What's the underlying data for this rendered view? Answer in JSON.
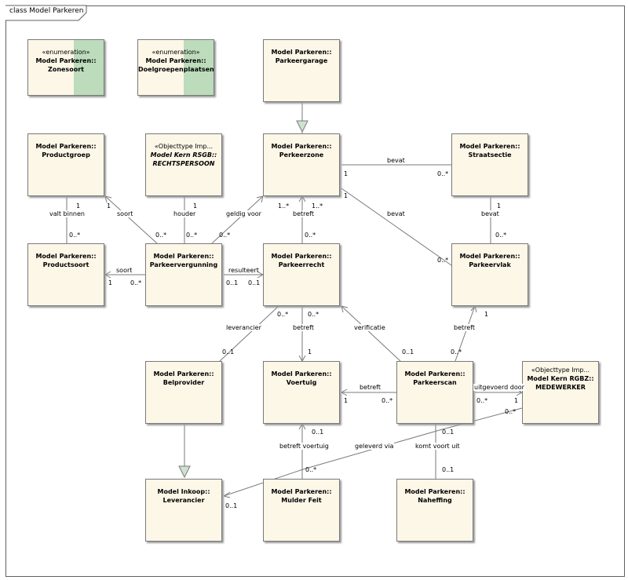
{
  "frame_title": "class Model Parkeren",
  "boxes": {
    "zonesoort": {
      "stereotype": "«enumeration»",
      "title": "Model Parkeren::\nZonesoort"
    },
    "doelgroepenplaatsen": {
      "stereotype": "«enumeration»",
      "title": "Model Parkeren::\nDoelgroepenplaatsen"
    },
    "parkeergarage": {
      "title": "Model Parkeren::\nParkeergarage"
    },
    "productgroep": {
      "title": "Model Parkeren::\nProductgroep"
    },
    "rechtspersoon": {
      "stereotype": "«Objecttype Imp...",
      "pkg": "Model Kern RSGB::",
      "name": "RECHTSPERSOON"
    },
    "perkeerzone": {
      "title": "Model Parkeren::\nPerkeerzone"
    },
    "straatsectie": {
      "title": "Model Parkeren::\nStraatsectie"
    },
    "productsoort": {
      "title": "Model Parkeren::\nProductsoort"
    },
    "parkeervergunning": {
      "title": "Model Parkeren::\nParkeervergunning"
    },
    "parkeerrecht": {
      "title": "Model Parkeren::\nParkeerrecht"
    },
    "parkeervlak": {
      "title": "Model Parkeren::\nParkeervlak"
    },
    "belprovider": {
      "title": "Model Parkeren::\nBelprovider"
    },
    "voertuig": {
      "title": "Model Parkeren::\nVoertuig"
    },
    "parkeerscan": {
      "title": "Model Parkeren::\nParkeerscan"
    },
    "medewerker": {
      "stereotype": "«Objecttype Imp...",
      "title": "Model Kern RGBZ::\nMEDEWERKER"
    },
    "leverancier": {
      "title": "Model Inkoop::\nLeverancier"
    },
    "mulderfeit": {
      "title": "Model Parkeren::\nMulder Feit"
    },
    "naheffing": {
      "title": "Model Parkeren::\nNaheffing"
    }
  },
  "labels": {
    "bevat": "bevat",
    "valt_binnen": "valt binnen",
    "soort": "soort",
    "houder": "houder",
    "geldig_voor": "geldig voor",
    "betreft": "betreft",
    "resulteert": "resulteert",
    "leverancier": "leverancier",
    "verificatie": "verificatie",
    "uitgevoerd_door": "uitgevoerd door",
    "betreft_voertuig": "betreft voertuig",
    "geleverd_via": "geleverd via",
    "komt_voort_uit": "komt voort uit"
  },
  "mult": {
    "one": "1",
    "many": "0..*",
    "one_many": "1..*",
    "opt": "0..1"
  }
}
